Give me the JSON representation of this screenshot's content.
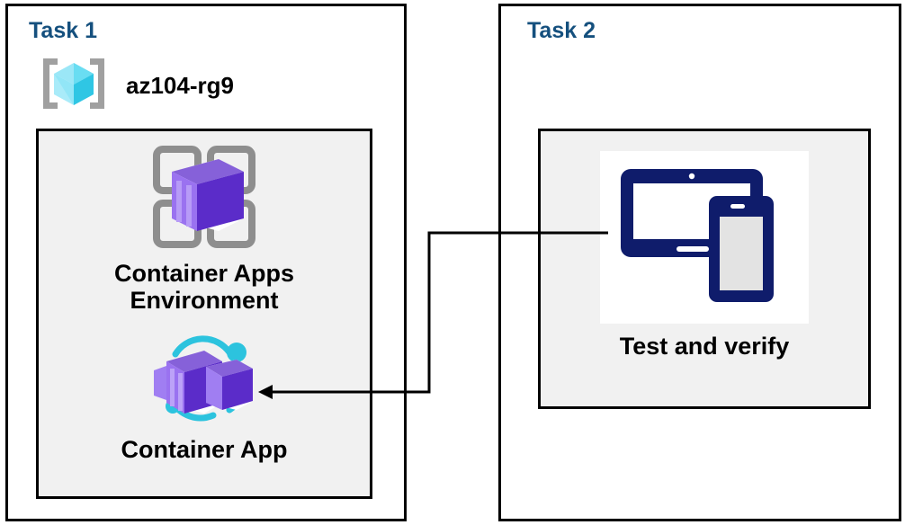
{
  "diagram": {
    "title_color": "#15507E",
    "panel_fill": "#F1F1F1",
    "border_color": "#000000",
    "connector_color": "#000000"
  },
  "task1": {
    "title": "Task 1",
    "resource_group": {
      "icon": "resource-group-icon",
      "label": "az104-rg9"
    },
    "nodes": [
      {
        "icon": "container-apps-environment-icon",
        "label": "Container Apps\nEnvironment"
      },
      {
        "icon": "container-app-icon",
        "label": "Container App"
      }
    ]
  },
  "task2": {
    "title": "Task 2",
    "nodes": [
      {
        "icon": "test-devices-icon",
        "label": "Test and verify"
      }
    ]
  },
  "connector": {
    "from": "test-devices-icon",
    "to": "container-app-icon",
    "arrow_direction": "left",
    "style": "orthogonal"
  }
}
